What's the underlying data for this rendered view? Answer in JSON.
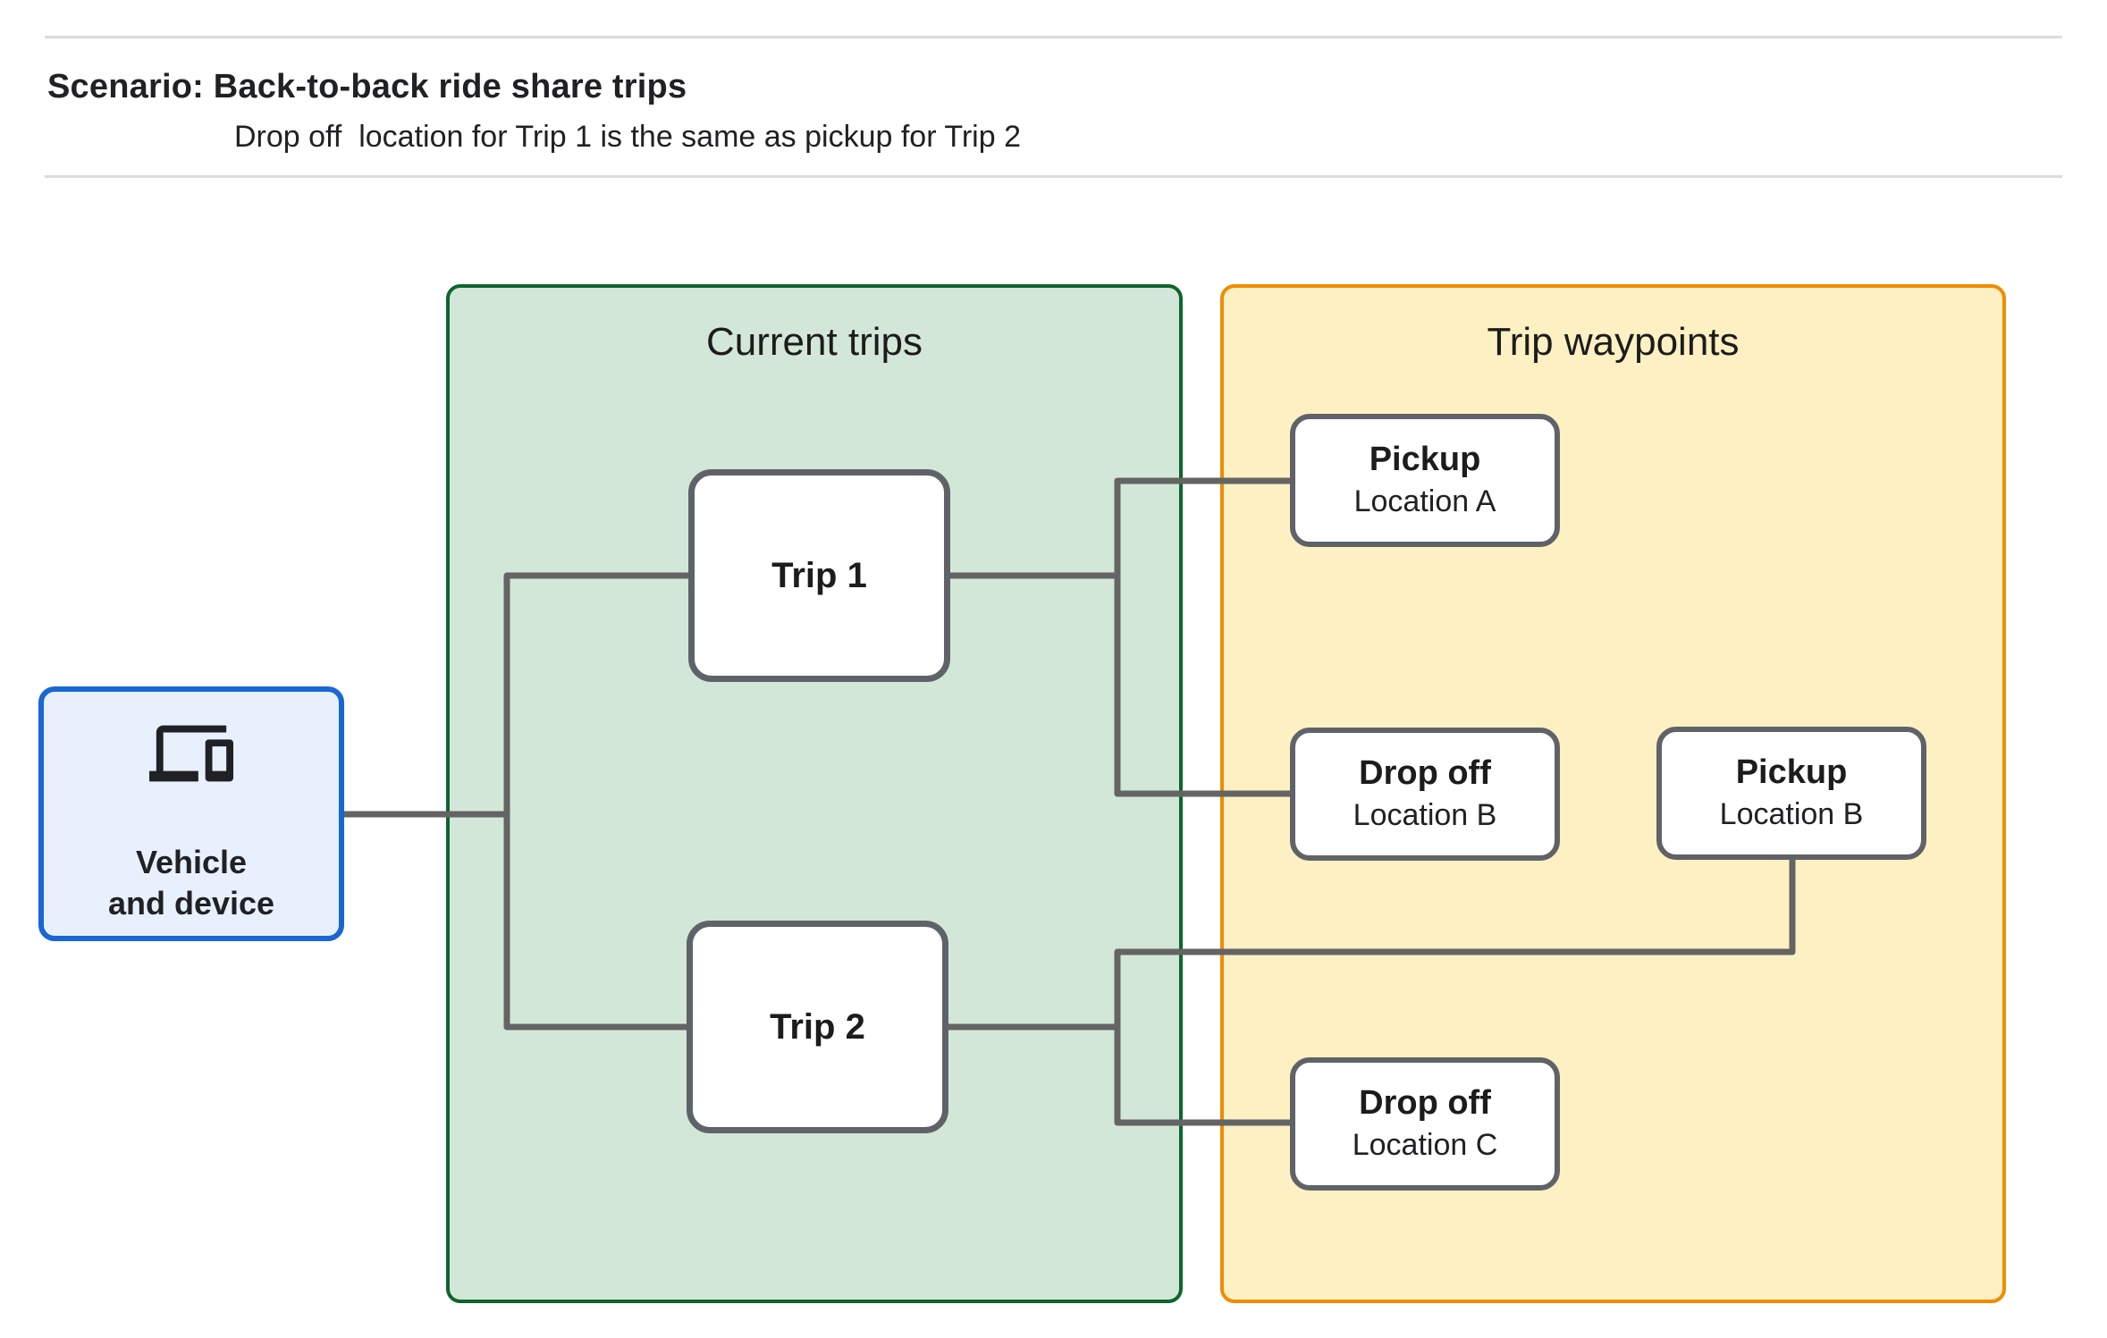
{
  "header": {
    "title": "Scenario: Back-to-back ride share trips",
    "subtitle": "Drop off  location for Trip 1 is the same as pickup for Trip 2"
  },
  "panels": {
    "current_trips": {
      "title": "Current trips",
      "fill": "#d3e7d8",
      "border": "#0d652d"
    },
    "trip_waypoints": {
      "title": "Trip waypoints",
      "fill": "#fdf0c2",
      "border": "#f08c00"
    }
  },
  "vehicle_node": {
    "label_line1": "Vehicle",
    "label_line2": "and device",
    "icon": "devices-icon",
    "fill": "#e8f0fe",
    "border": "#1967d2"
  },
  "nodes": {
    "trip1": {
      "label": "Trip 1"
    },
    "trip2": {
      "label": "Trip 2"
    },
    "pickup_a": {
      "title": "Pickup",
      "subtitle": "Location A"
    },
    "dropoff_b": {
      "title": "Drop off",
      "subtitle": "Location B"
    },
    "pickup_b": {
      "title": "Pickup",
      "subtitle": "Location B"
    },
    "dropoff_c": {
      "title": "Drop off",
      "subtitle": "Location C"
    }
  },
  "colors": {
    "connector": "#646464",
    "node_border": "#5f6368",
    "divider": "#dadce0",
    "text": "#202124"
  }
}
